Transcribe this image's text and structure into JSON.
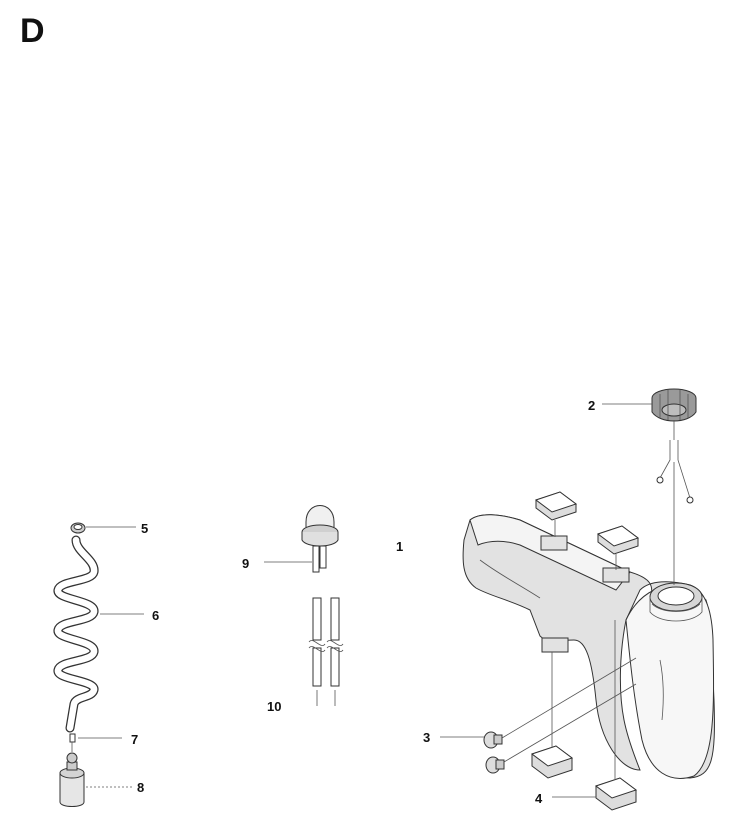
{
  "section_letter": "D",
  "callouts": {
    "c1": "1",
    "c2": "2",
    "c3": "3",
    "c4": "4",
    "c5": "5",
    "c6": "6",
    "c7": "7",
    "c8": "8",
    "c9": "9",
    "c10": "10"
  }
}
